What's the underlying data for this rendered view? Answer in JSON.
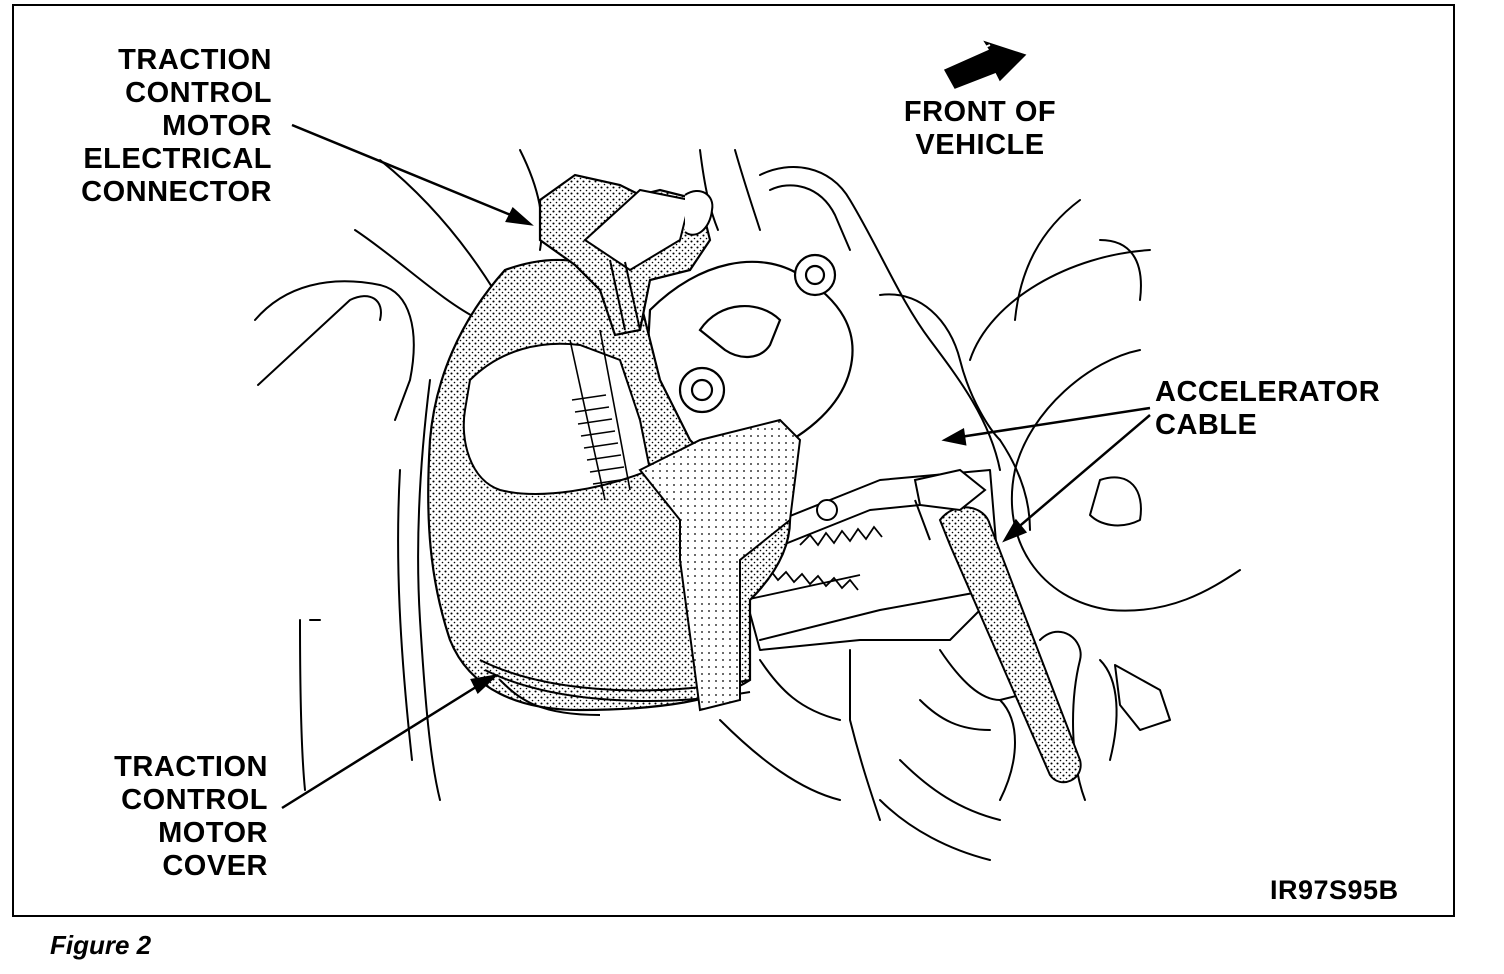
{
  "labels": {
    "connector": "TRACTION\nCONTROL\nMOTOR\nELECTRICAL\nCONNECTOR",
    "front": "FRONT OF\nVEHICLE",
    "accelerator": "ACCELERATOR\nCABLE",
    "cover": "TRACTION\nCONTROL\nMOTOR\nCOVER",
    "code": "IR97S95B"
  },
  "caption": "Figure 2",
  "colors": {
    "ink": "#000000",
    "paper": "#ffffff",
    "stipple": "#000000"
  },
  "icons": [
    "front-direction-arrow-icon"
  ]
}
